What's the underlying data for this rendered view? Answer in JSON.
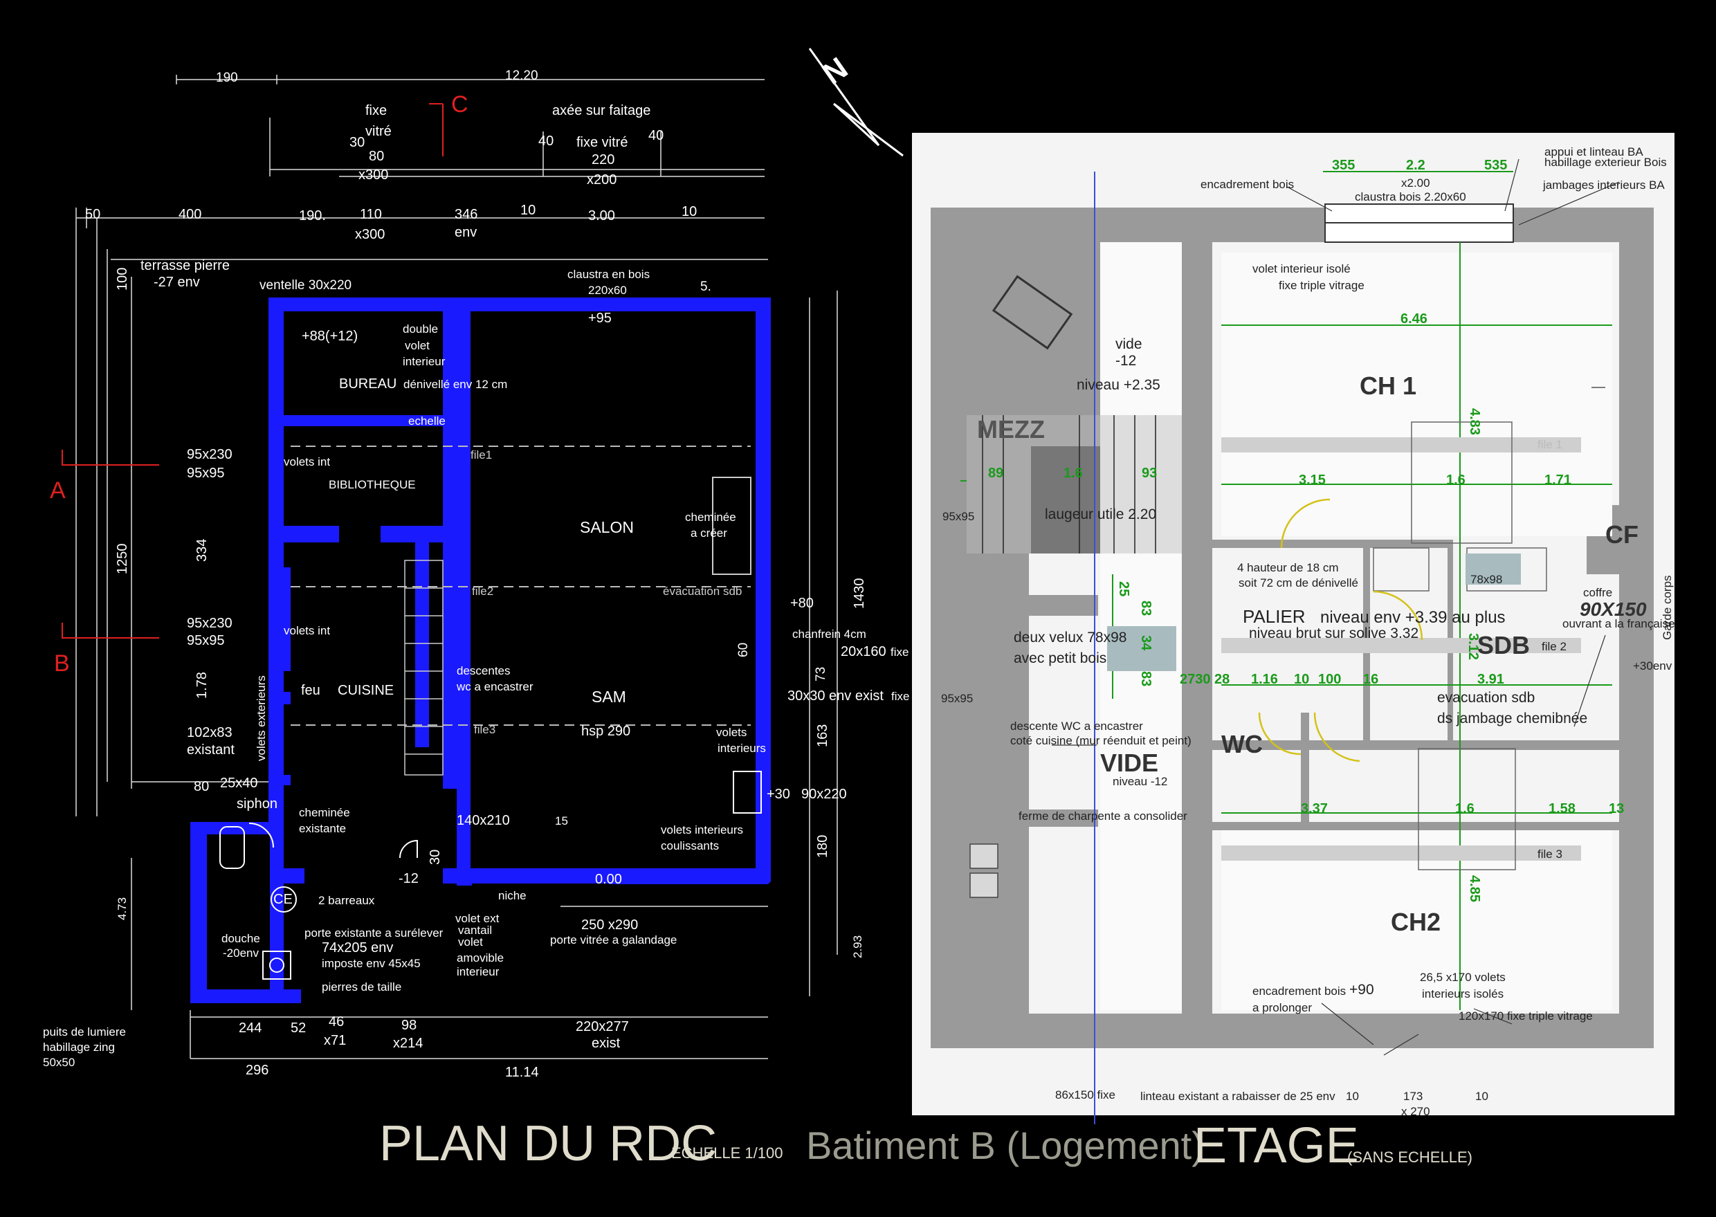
{
  "colors": {
    "background": "#000000",
    "ground_walls": "#1a1aff",
    "upper_paper": "#f4f4f4",
    "upper_walls": "#9a9a9a",
    "dimension_green": "#1a9a1a",
    "section_red": "#e02020",
    "title_light": "#e0dccc",
    "title_grey": "#9b9b8f"
  },
  "icons": {
    "north_arrow": "north-arrow-icon"
  },
  "titles": {
    "rdc": "PLAN DU RDC",
    "rdc_scale": "ECHELLE 1/100",
    "batiment": "Batiment B (Logement)",
    "etage": "ETAGE",
    "etage_scale": "(SANS ECHELLE)"
  },
  "north": "N",
  "rdc": {
    "sections": {
      "a": "A",
      "b": "B",
      "c": "C"
    },
    "top_dims": {
      "d190a": "190",
      "d1220": "12.20",
      "fixe": "fixe",
      "vitre": "vitré",
      "d30": "30",
      "d80": "80",
      "x300a": "x300",
      "axee": "axée sur faitage",
      "d40a": "40",
      "fixe_vitre": "fixe vitré",
      "d40b": "40",
      "d220": "220",
      "x200": "x200",
      "d50": "50",
      "d400": "400",
      "d190b": "190.",
      "d110": "110",
      "x300b": "x300",
      "d346": "346",
      "env": "env",
      "d10a": "10",
      "d300": "3.00",
      "d10b": "10"
    },
    "terrasse": "terrasse pierre",
    "terrasse_lvl": "-27 env",
    "ventelle": "ventelle 30x220",
    "claustra": "claustra  en bois",
    "claustra_dim": "220x60",
    "d5": "5.",
    "plus95": "+95",
    "plus88": "+88(+12)",
    "double": "double",
    "volet": "volet",
    "interieur": "interieur",
    "bureau": "BUREAU",
    "bureau_note": "dénivellé env 12 cm",
    "echelle": "echelle",
    "file1": "file1",
    "file2": "file2",
    "file3": "file3",
    "volets_int": "volets int",
    "bibliotheque": "BIBLIOTHEQUE",
    "salon": "SALON",
    "cheminee": "cheminée",
    "a_creer": "a créer",
    "evac": "évacuation sdb",
    "plus80": "+80",
    "d1430": "1430",
    "d100": "100",
    "d1250": "1250",
    "d334": "334",
    "d178": "1.78",
    "w95x230a": "95x230",
    "w95x95a": "95x95",
    "w95x230b": "95x230",
    "w95x95b": "95x95",
    "volets_int2": "volets int",
    "chanfrein": "chanfrein 4cm",
    "d20x160": "20x160",
    "fixe_small": "fixe",
    "d60": "60",
    "d73": "73",
    "d30x30": "30x30 env exist",
    "fixe_small2": "fixe",
    "feu": "feu",
    "cuisine": "CUISINE",
    "descentes": "descentes",
    "wc_enc": "wc a encastrer",
    "sam": "SAM",
    "hsp": "hsp 290",
    "volets_ext": "volets exterieurs",
    "w102x83": "102x83",
    "existant": "existant",
    "volets_i": "volets",
    "interieurs": "interieurs",
    "d163": "163",
    "plus30": "+30",
    "w90x220": "90x220",
    "d80b": "80",
    "d25x40": "25x40",
    "siphon": "siphon",
    "cheminee2": "cheminée",
    "existante": "existante",
    "w140x210": "140x210",
    "d15": "15",
    "volets_coul": "volets interieurs",
    "coulissants": "coulissants",
    "d180": "180",
    "d30b": "30",
    "m12": "-12",
    "d000": "0.00",
    "ce": "CE",
    "barreaux": "2 barreaux",
    "niche": "niche",
    "volet_ext": "volet ext",
    "vantail": "vantail",
    "volet2": "volet",
    "amovible": "amovible",
    "interieur2": "interieur",
    "w250x290": "250 x290",
    "porte_vitree": "porte vitrée a galandage",
    "d473": "4.73",
    "d293": "2.93",
    "douche": "douche",
    "m20env": "-20env",
    "porte_exist": "porte existante a surélever",
    "w74x205": "74x205 env",
    "imposte": "imposte  env 45x45",
    "pierres": "pierres de taille",
    "puits": "puits de lumiere",
    "habillage": "habillage zing",
    "d50x50": "50x50",
    "b244": "244",
    "b52": "52",
    "b46": "46",
    "bx71": "x71",
    "b98": "98",
    "bx214": "x214",
    "b220x277": "220x277",
    "bexist": "exist",
    "b296": "296",
    "b1114": "11.14"
  },
  "etage": {
    "t355": "355",
    "t22": "2.2",
    "t535": "535",
    "tx200": "x2.00",
    "appui": "appui et linteau BA",
    "habillage": "habillage exterieur Bois",
    "jambages": "jambages interieurs  BA",
    "encadrement": "encadrement bois",
    "claustra": "claustra bois 2.20x60",
    "volet_isole": "volet interieur isolé",
    "fixe_triple": "fixe triple vitrage",
    "vide": "vide",
    "vide_lvl": "-12",
    "niveau235": "niveau +2.35",
    "d646": "6.46",
    "ch1": "CH 1",
    "d483": "4.83",
    "mezz": "MEZZ",
    "file1": "file 1",
    "g89": "89",
    "g16a": "1.6",
    "g93": "93",
    "g315": "3.15",
    "g16b": "1.6",
    "g171": "1.71",
    "w95x95a": "95x95",
    "laugeur": "laugeur utile 2.20",
    "cf": "CF",
    "hauteur": "4 hauteur de 18 cm",
    "soit": "soit 72 cm de dénivellé",
    "w78x98": "78x98",
    "coffre": "coffre",
    "w90x150": "90X150",
    "ouvrant": "ouvrant a la française",
    "garde": "Garde corps",
    "g25": "25",
    "g83a": "83",
    "palier": "PALIER",
    "niveau339": "niveau env +3.39 au plus",
    "niveau_brut": "niveau brut sur solive 3.32",
    "sdb": "SDB",
    "g312": "3.12",
    "file2": "file 2",
    "deux_velux": "deux velux 78x98",
    "petit_bois": "avec petit bois",
    "g34": "34",
    "g83b": "83",
    "g273028": "2730 28",
    "g116": "1.16",
    "g10": "10",
    "g100": "100",
    "g16c": "16",
    "g391": "3.91",
    "plus30env": "+30env",
    "w95x95b": "95x95",
    "evac": "evacuation sdb",
    "jambage": "ds jambage chemibnée",
    "descente": "descente WC a encastrer",
    "cote": "coté cuisine (mur réenduit et peint)",
    "wc": "WC",
    "vide2": "VIDE",
    "niveau12": "niveau -12",
    "ferme": "ferme de charpente a consolider",
    "g337": "3.37",
    "g16d": "1.6",
    "g158": "1.58",
    "g13": "13",
    "file3": "file 3",
    "d485": "4.85",
    "ch2": "CH2",
    "enc2": "encadrement bois",
    "prolonger": "a prolonger",
    "plus90": "+90",
    "v265": "26,5 x170 volets",
    "int_isoles": "interieurs isolés",
    "w120x170": "120x170 fixe triple vitrage",
    "w86x150": "86x150 fixe",
    "linteau": "linteau existant a rabaisser de 25 env",
    "b10a": "10",
    "b173": "173",
    "b10b": "10",
    "bx270": "x 270"
  }
}
